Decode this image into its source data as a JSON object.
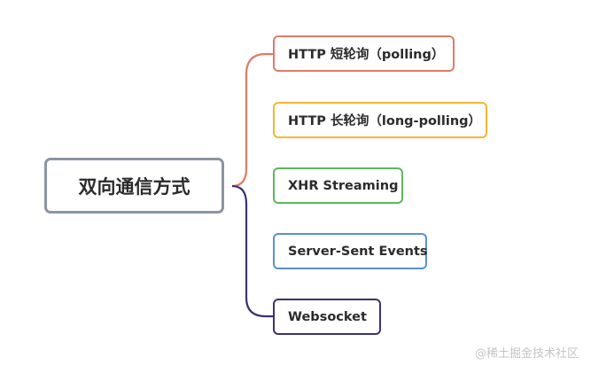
{
  "diagram": {
    "root": {
      "label": "双向通信方式"
    },
    "branches": [
      {
        "label": "HTTP 短轮询（polling）",
        "color": "#e07b66"
      },
      {
        "label": "HTTP 长轮询（long-polling）",
        "color": "#f2b632"
      },
      {
        "label": "XHR Streaming",
        "color": "#5cb85c"
      },
      {
        "label": "Server-Sent Events",
        "color": "#5b8fd6"
      },
      {
        "label": "Websocket",
        "color": "#3a356e"
      }
    ]
  },
  "watermark": "@稀土掘金技术社区"
}
